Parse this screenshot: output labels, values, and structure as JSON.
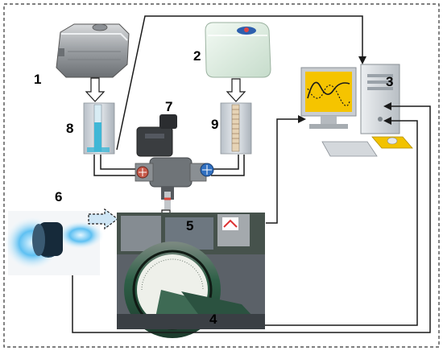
{
  "labels": {
    "fuel_tank_1": "1",
    "tank_2": "2",
    "computer": "3",
    "engine_dyno": "4",
    "engine_head": "5",
    "air_flow": "6",
    "valve": "7",
    "burette_8": "8",
    "burette_9": "9"
  },
  "colors": {
    "frame_border": "#333333",
    "line": "#1a1a1a",
    "arrow_fill": "#ffffff",
    "dashed_arrow_fill": "#cfe6f5",
    "fuel_blue": "#3fb7d6",
    "flame_blue": "#3a8fe0",
    "monitor_yellow": "#f5c400",
    "engine_green": "#1f5a3f"
  },
  "icons": [
    "fuel-tank-icon",
    "tank-icon",
    "computer-icon",
    "burette-icon",
    "solenoid-valve-icon",
    "flame-icon",
    "engine-test-bench-icon"
  ]
}
